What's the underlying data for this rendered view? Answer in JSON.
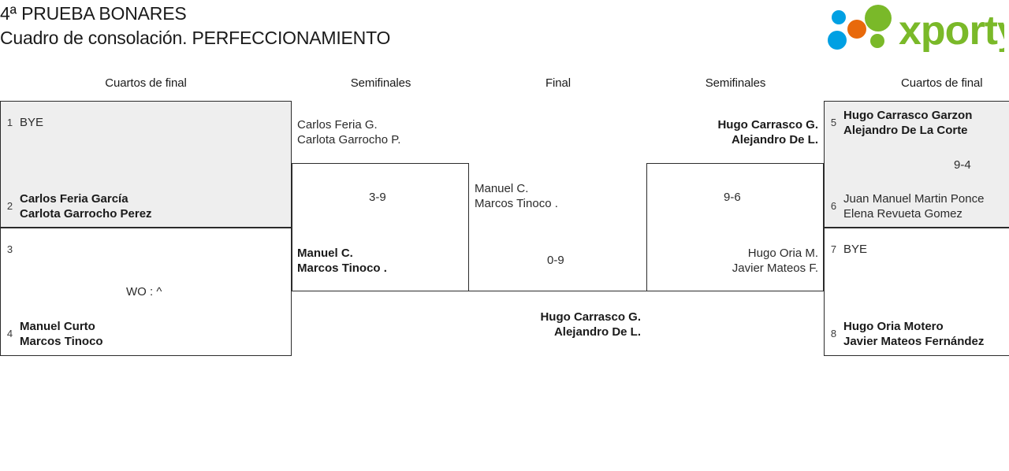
{
  "header": {
    "tournament_title": "4ª PRUEBA BONARES",
    "draw_subtitle": "Cuadro de consolación. PERFECCIONAMIENTO",
    "logo_text": "xporty",
    "logo_colors": {
      "green": "#7ab929",
      "blue": "#00a0e3",
      "orange": "#e8690b"
    }
  },
  "columns": [
    {
      "label": "Cuartos de final"
    },
    {
      "label": "Semifinales"
    },
    {
      "label": "Final"
    },
    {
      "label": "Semifinales"
    },
    {
      "label": "Cuartos de final"
    }
  ],
  "bracket": {
    "left_quarterfinals": [
      {
        "match_id": "L-QF1",
        "score": "",
        "entries": [
          {
            "seed": "1",
            "line1": "BYE",
            "line2": "",
            "winner": false
          },
          {
            "seed": "2",
            "line1": "Carlos Feria García",
            "line2": "Carlota Garrocho Perez",
            "winner": true
          }
        ]
      },
      {
        "match_id": "L-QF2",
        "score": "WO : ^",
        "entries": [
          {
            "seed": "3",
            "line1": "",
            "line2": "",
            "winner": false
          },
          {
            "seed": "4",
            "line1": "Manuel Curto",
            "line2": "Marcos Tinoco",
            "winner": true
          }
        ]
      }
    ],
    "left_semifinal": {
      "match_id": "L-SF1",
      "score": "3-9",
      "entries": [
        {
          "seed": "",
          "line1": "Carlos Feria G.",
          "line2": "Carlota Garrocho P.",
          "winner": false
        },
        {
          "seed": "",
          "line1": "Manuel C.",
          "line2": "Marcos Tinoco .",
          "winner": true
        }
      ]
    },
    "final": {
      "match_id": "FINAL",
      "score": "0-9",
      "entries": [
        {
          "seed": "",
          "line1": "Manuel C.",
          "line2": "Marcos Tinoco .",
          "winner": false
        },
        {
          "seed": "",
          "line1": "Hugo Carrasco G.",
          "line2": "Alejandro De L.",
          "winner": true
        }
      ]
    },
    "right_semifinal": {
      "match_id": "R-SF1",
      "score": "9-6",
      "entries": [
        {
          "seed": "",
          "line1": "Hugo Carrasco G.",
          "line2": "Alejandro De L.",
          "winner": true
        },
        {
          "seed": "",
          "line1": "Hugo Oria M.",
          "line2": "Javier Mateos F.",
          "winner": false
        }
      ]
    },
    "right_quarterfinals": [
      {
        "match_id": "R-QF1",
        "score": "9-4",
        "entries": [
          {
            "seed": "5",
            "line1": "Hugo Carrasco Garzon",
            "line2": "Alejandro De La Corte",
            "winner": true
          },
          {
            "seed": "6",
            "line1": "Juan Manuel Martin Ponce",
            "line2": "Elena Revueta Gomez",
            "winner": false
          }
        ]
      },
      {
        "match_id": "R-QF2",
        "score": "",
        "entries": [
          {
            "seed": "7",
            "line1": "BYE",
            "line2": "",
            "winner": false
          },
          {
            "seed": "8",
            "line1": "Hugo Oria Motero",
            "line2": "Javier Mateos Fernández",
            "winner": true
          }
        ]
      }
    ]
  }
}
